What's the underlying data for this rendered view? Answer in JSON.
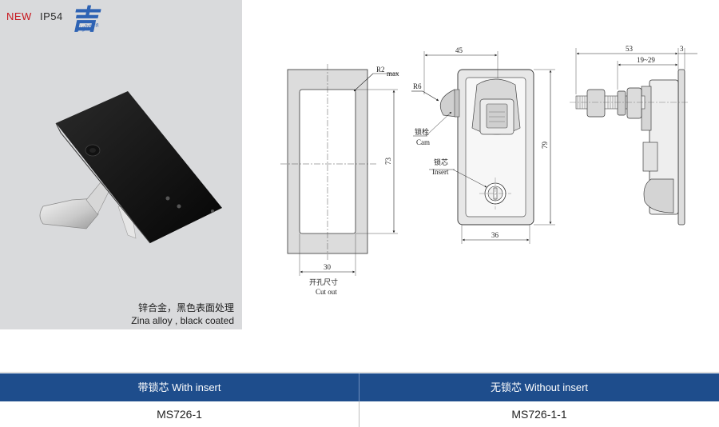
{
  "header": {
    "new_label": "NEW",
    "rating": "IP54",
    "logo_char": "吉",
    "logo_word": "tighten",
    "new_color": "#c8161d",
    "brand_color": "#2e63b4"
  },
  "material": {
    "line_cn": "锌合金，黑色表面处理",
    "line_en": "Zina alloy , black coated"
  },
  "drawings": {
    "cutout": {
      "radius_label": "R2",
      "radius_suffix": "max",
      "height_label": "73",
      "width_label": "30",
      "caption_cn": "开孔尺寸",
      "caption_en": "Cut out"
    },
    "front": {
      "top_width": "45",
      "radius": "R6",
      "height": "79",
      "bottom_width": "36",
      "cam_cn": "锁栓",
      "cam_en": "Cam",
      "insert_cn": "锁芯",
      "insert_en": "Insert"
    },
    "side": {
      "total": "53",
      "thickness": "3",
      "range": "19~29"
    }
  },
  "table": {
    "headers": [
      "带锁芯  With insert",
      "无锁芯  Without insert"
    ],
    "models": [
      "MS726-1",
      "MS726-1-1"
    ],
    "header_bg": "#1e4d8c"
  }
}
